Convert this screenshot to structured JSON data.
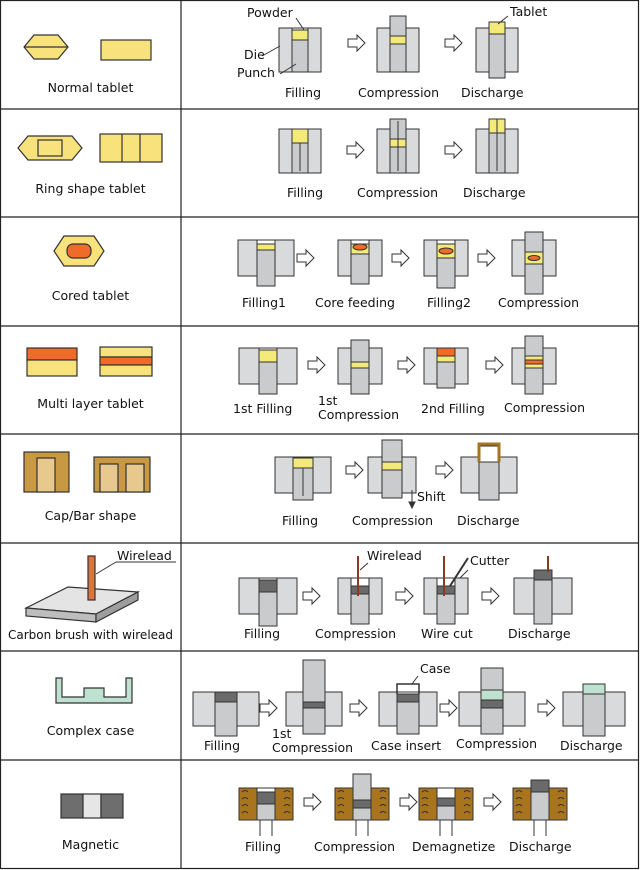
{
  "colors": {
    "powder": "#f4ea7a",
    "tablet": "#f7e27c",
    "die": "#d9dadb",
    "punch": "#c9cbcd",
    "core": "#f06a2a",
    "dark": "#6a6a6a",
    "brown": "#a8741d",
    "brown_light": "#e8c98d",
    "case": "#bfe1cf",
    "edge": "#333333"
  },
  "rows": [
    {
      "name": "Normal tablet",
      "steps": [
        "Filling",
        "Compression",
        "Discharge"
      ],
      "annotations": [
        "Powder",
        "Die",
        "Punch",
        "Tablet"
      ]
    },
    {
      "name": "Ring shape tablet",
      "steps": [
        "Filling",
        "Compression",
        "Discharge"
      ]
    },
    {
      "name": "Cored tablet",
      "steps": [
        "Filling1",
        "Core feeding",
        "Filling2",
        "Compression"
      ]
    },
    {
      "name": "Multi layer tablet",
      "steps": [
        "1st Filling",
        "1st Compression",
        "2nd Filling",
        "Compression"
      ]
    },
    {
      "name": "Cap/Bar shape",
      "steps": [
        "Filling",
        "Compression",
        "Discharge"
      ],
      "annotations": [
        "Shift"
      ]
    },
    {
      "name": "Carbon brush with wirelead",
      "steps": [
        "Filling",
        "Compression",
        "Wire cut",
        "Discharge"
      ],
      "annotations": [
        "Wirelead",
        "Wirelead",
        "Cutter"
      ]
    },
    {
      "name": "Complex case",
      "steps": [
        "Filling",
        "1st Compression",
        "Case insert",
        "Compression",
        "Discharge"
      ],
      "annotations": [
        "Case"
      ]
    },
    {
      "name": "Magnetic",
      "steps": [
        "Filling",
        "Compression",
        "Demagnetize",
        "Discharge"
      ]
    }
  ]
}
